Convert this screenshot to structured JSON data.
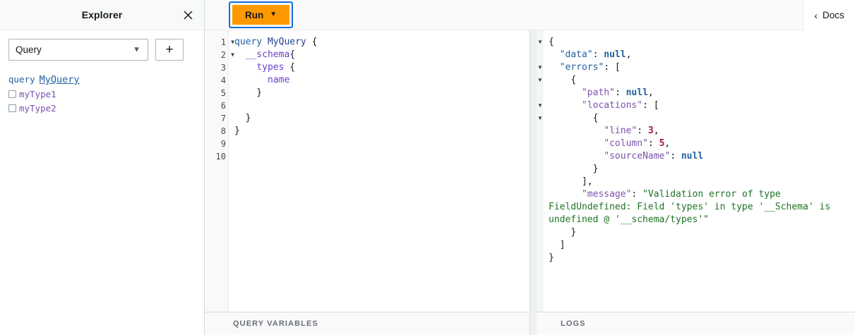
{
  "explorer": {
    "title": "Explorer",
    "close_icon": "close-icon",
    "operation_select": {
      "value": "Query",
      "caret_icon": "chevron-down-icon"
    },
    "add_button_label": "+",
    "tree": {
      "keyword": "query",
      "operation_name": "MyQuery",
      "fields": [
        {
          "label": "myType1",
          "checked": false
        },
        {
          "label": "myType2",
          "checked": false
        }
      ]
    }
  },
  "toolbar": {
    "run_label": "Run",
    "run_caret_icon": "caret-down-icon",
    "run_color": "#ff9900",
    "focus_ring_color": "#0f6fde",
    "docs_label": "Docs",
    "docs_icon": "chevron-left-icon"
  },
  "query_editor": {
    "line_numbers": [
      "1",
      "2",
      "3",
      "4",
      "5",
      "6",
      "7",
      "8",
      "9",
      "10"
    ],
    "fold_lines": [
      1,
      2
    ],
    "lines": [
      [
        {
          "t": "query ",
          "c": "t-kw"
        },
        {
          "t": "MyQuery",
          "c": "t-name"
        },
        {
          "t": " {",
          "c": "t-pun"
        }
      ],
      [
        {
          "t": "  ",
          "c": "t-pun"
        },
        {
          "t": "__schema",
          "c": "t-fld"
        },
        {
          "t": "{",
          "c": "t-pun"
        }
      ],
      [
        {
          "t": "    ",
          "c": "t-pun"
        },
        {
          "t": "types",
          "c": "t-fld"
        },
        {
          "t": " {",
          "c": "t-pun"
        }
      ],
      [
        {
          "t": "      ",
          "c": "t-pun"
        },
        {
          "t": "name",
          "c": "t-fld"
        }
      ],
      [
        {
          "t": "    }",
          "c": "t-pun"
        }
      ],
      [],
      [
        {
          "t": "  }",
          "c": "t-pun"
        }
      ],
      [
        {
          "t": "}",
          "c": "t-pun"
        }
      ],
      [],
      []
    ]
  },
  "result_viewer": {
    "fold_lines": [
      1,
      3,
      4,
      6,
      7
    ],
    "lines": [
      [
        {
          "t": "{",
          "c": "j-pun"
        }
      ],
      [
        {
          "t": "  ",
          "c": "j-pun"
        },
        {
          "t": "\"data\"",
          "c": "j-key1"
        },
        {
          "t": ": ",
          "c": "j-pun"
        },
        {
          "t": "null",
          "c": "j-null"
        },
        {
          "t": ",",
          "c": "j-pun"
        }
      ],
      [
        {
          "t": "  ",
          "c": "j-pun"
        },
        {
          "t": "\"errors\"",
          "c": "j-key1"
        },
        {
          "t": ": [",
          "c": "j-pun"
        }
      ],
      [
        {
          "t": "    {",
          "c": "j-pun"
        }
      ],
      [
        {
          "t": "      ",
          "c": "j-pun"
        },
        {
          "t": "\"path\"",
          "c": "j-key2"
        },
        {
          "t": ": ",
          "c": "j-pun"
        },
        {
          "t": "null",
          "c": "j-null"
        },
        {
          "t": ",",
          "c": "j-pun"
        }
      ],
      [
        {
          "t": "      ",
          "c": "j-pun"
        },
        {
          "t": "\"locations\"",
          "c": "j-key2"
        },
        {
          "t": ": [",
          "c": "j-pun"
        }
      ],
      [
        {
          "t": "        {",
          "c": "j-pun"
        }
      ],
      [
        {
          "t": "          ",
          "c": "j-pun"
        },
        {
          "t": "\"line\"",
          "c": "j-key2"
        },
        {
          "t": ": ",
          "c": "j-pun"
        },
        {
          "t": "3",
          "c": "j-num"
        },
        {
          "t": ",",
          "c": "j-pun"
        }
      ],
      [
        {
          "t": "          ",
          "c": "j-pun"
        },
        {
          "t": "\"column\"",
          "c": "j-key2"
        },
        {
          "t": ": ",
          "c": "j-pun"
        },
        {
          "t": "5",
          "c": "j-num"
        },
        {
          "t": ",",
          "c": "j-pun"
        }
      ],
      [
        {
          "t": "          ",
          "c": "j-pun"
        },
        {
          "t": "\"sourceName\"",
          "c": "j-key2"
        },
        {
          "t": ": ",
          "c": "j-pun"
        },
        {
          "t": "null",
          "c": "j-null"
        }
      ],
      [
        {
          "t": "        }",
          "c": "j-pun"
        }
      ],
      [
        {
          "t": "      ],",
          "c": "j-pun"
        }
      ],
      [
        {
          "t": "      ",
          "c": "j-pun"
        },
        {
          "t": "\"message\"",
          "c": "j-key2"
        },
        {
          "t": ": ",
          "c": "j-pun"
        },
        {
          "t": "\"Validation error of type FieldUndefined: Field 'types' in type '__Schema' is undefined @ '__schema/types'\"",
          "c": "j-str"
        }
      ],
      [
        {
          "t": "    }",
          "c": "j-pun"
        }
      ],
      [
        {
          "t": "  ]",
          "c": "j-pun"
        }
      ],
      [
        {
          "t": "}",
          "c": "j-pun"
        }
      ]
    ]
  },
  "bottom": {
    "query_variables_label": "QUERY VARIABLES",
    "logs_label": "LOGS"
  }
}
